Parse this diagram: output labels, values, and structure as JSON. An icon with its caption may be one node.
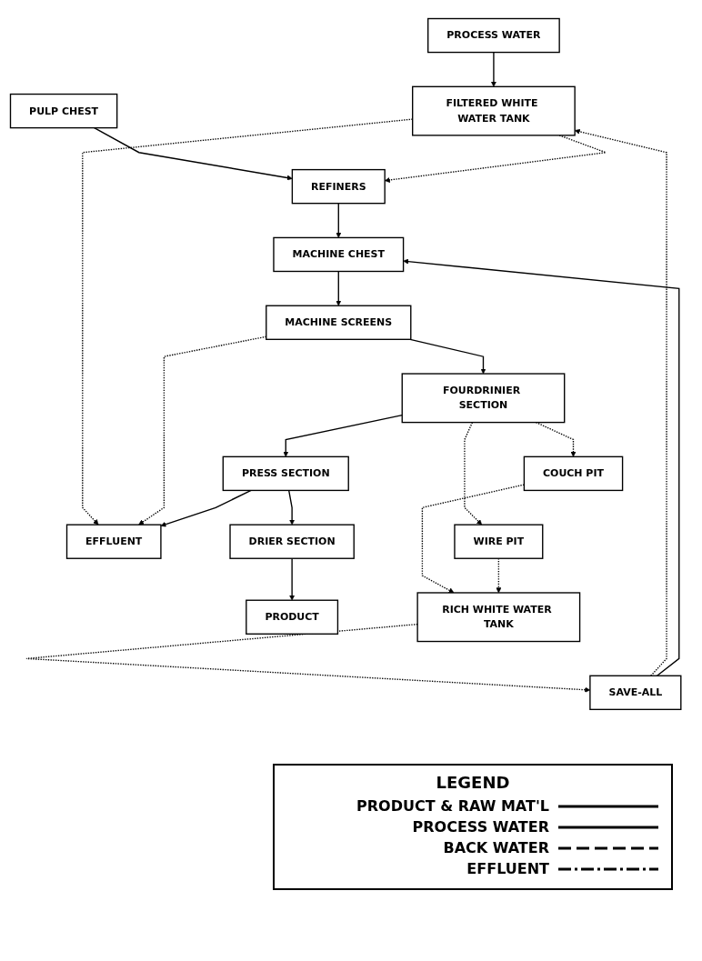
{
  "diagram": {
    "nodes": [
      {
        "text": [
          "PROCESS WATER"
        ]
      },
      {
        "text": [
          "PULP CHEST"
        ]
      },
      {
        "text": [
          "FILTERED WHITE WATER TANK"
        ]
      },
      {
        "text": [
          "REFINERS"
        ]
      },
      {
        "text": [
          "SAVE-ALL"
        ]
      },
      {
        "text": [
          "MACHINE CHEST"
        ]
      },
      {
        "text": [
          "RICH WHITE WATER TANK"
        ]
      },
      {
        "text": [
          "MACHINE SCREENS"
        ]
      },
      {
        "text": [
          "COUCH PIT"
        ]
      },
      {
        "text": [
          "FOURDRINIER SECTION"
        ]
      },
      {
        "text": [
          "WIRE PIT"
        ]
      },
      {
        "text": [
          "EFFLUENT"
        ]
      },
      {
        "text": [
          "PRESS SECTION"
        ]
      },
      {
        "text": [
          "DRIER SECTION"
        ]
      },
      {
        "text": [
          "PRODUCT"
        ]
      }
    ],
    "edges": [
      {
        "from": 0,
        "to": 2,
        "arrow": "to"
      },
      {
        "from": 1,
        "to": 3,
        "arrow": "to"
      },
      {
        "from": 2,
        "to": 3,
        "arrow": "to",
        "style": "dashed"
      },
      {
        "from": 2,
        "to": 11,
        "arrow": "to",
        "style": "dashed"
      },
      {
        "from": 3,
        "to": 5,
        "arrow": "to"
      },
      {
        "from": 4,
        "to": 2,
        "arrow": "to",
        "style": "dashed"
      },
      {
        "from": 4,
        "to": 5,
        "arrow": "to"
      },
      {
        "from": 6,
        "to": 4,
        "arrow": "to",
        "style": "dashed"
      },
      {
        "from": 5,
        "to": 7,
        "arrow": "to"
      },
      {
        "from": 7,
        "to": 11,
        "arrow": "to",
        "style": "dashed"
      },
      {
        "from": 8,
        "to": 6,
        "arrow": "to",
        "style": "dashed"
      },
      {
        "from": 10,
        "to": 6,
        "arrow": "to",
        "style": "dashed"
      },
      {
        "from": 7,
        "to": 9,
        "arrow": "to"
      },
      {
        "from": 9,
        "to": 8,
        "arrow": "to",
        "style": "dashed"
      },
      {
        "from": 9,
        "to": 10,
        "arrow": "to",
        "style": "dashed"
      },
      {
        "from": 9,
        "to": 12,
        "arrow": "to"
      },
      {
        "from": 12,
        "to": 11,
        "arrow": "to"
      },
      {
        "from": 12,
        "to": 13,
        "arrow": "to"
      },
      {
        "from": 13,
        "to": 14,
        "arrow": "to"
      }
    ],
    "labels": [
      "LEGEND"
    ],
    "legend": [
      {
        "text": "PRODUCT & RAW MAT'L"
      },
      {
        "text": "PROCESS WATER"
      },
      {
        "text": "BACK WATER"
      },
      {
        "text": "EFFLUENT"
      }
    ]
  }
}
